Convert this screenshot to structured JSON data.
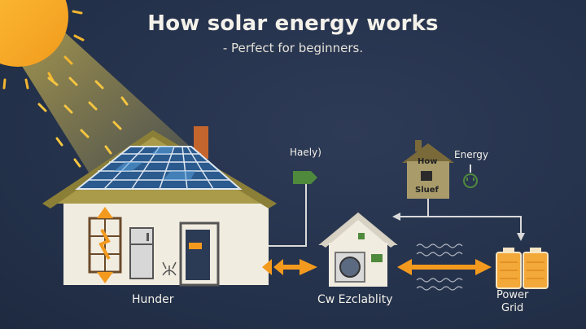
{
  "title": "How solar energy works",
  "subtitle": "- Perfect for beginners.",
  "labels": {
    "house": "Hunder",
    "center": "Cw Ezclablity",
    "power_line1": "Power",
    "power_line2": "Grid",
    "panel_flow": "Haely)",
    "energy": "Energy",
    "small_house_top": "How",
    "small_house_bottom": "Sluef"
  },
  "colors": {
    "background": "#26324a",
    "sun": "#f5a623",
    "roof": "#a99b4a",
    "wall": "#f1ece0",
    "panel": "#3f7fbf",
    "arrow": "#f39a1e",
    "line": "#d9d9d9",
    "battery": "#f3a93a"
  }
}
